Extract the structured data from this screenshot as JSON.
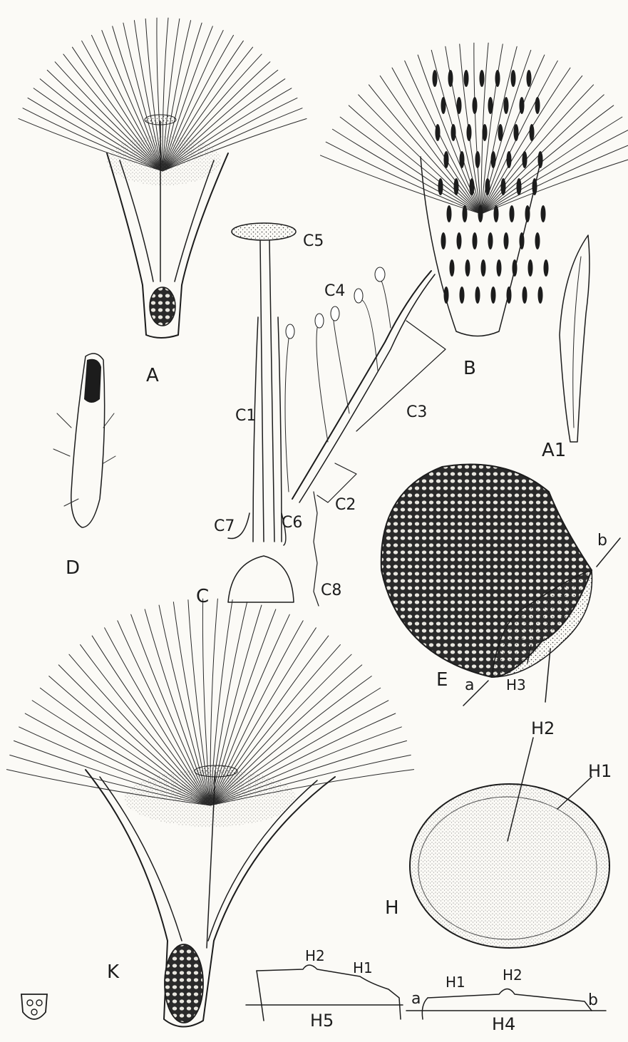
{
  "labels": {
    "A": "A",
    "A1": "A1",
    "B": "B",
    "C": "C",
    "C1": "C1",
    "C2": "C2",
    "C3": "C3",
    "C4": "C4",
    "C5": "C5",
    "C6": "C6",
    "C7": "C7",
    "C8": "C8",
    "D": "D",
    "E": "E",
    "a": "a",
    "b": "b",
    "H": "H",
    "H1": "H1",
    "H2": "H2",
    "H3": "H3",
    "H4": "H4",
    "H5": "H5",
    "K": "K",
    "profile_H2": "H2",
    "profile_H1": "H1",
    "profile_H1b": "H1",
    "profile_H2b": "H2",
    "profile_a": "a",
    "profile_b": "b"
  },
  "colors": {
    "ink": "#1c1c1c",
    "paper": "#fbfaf6",
    "shade": "#3a3a3a"
  },
  "icons": {
    "corner_mark": "seal-icon"
  }
}
